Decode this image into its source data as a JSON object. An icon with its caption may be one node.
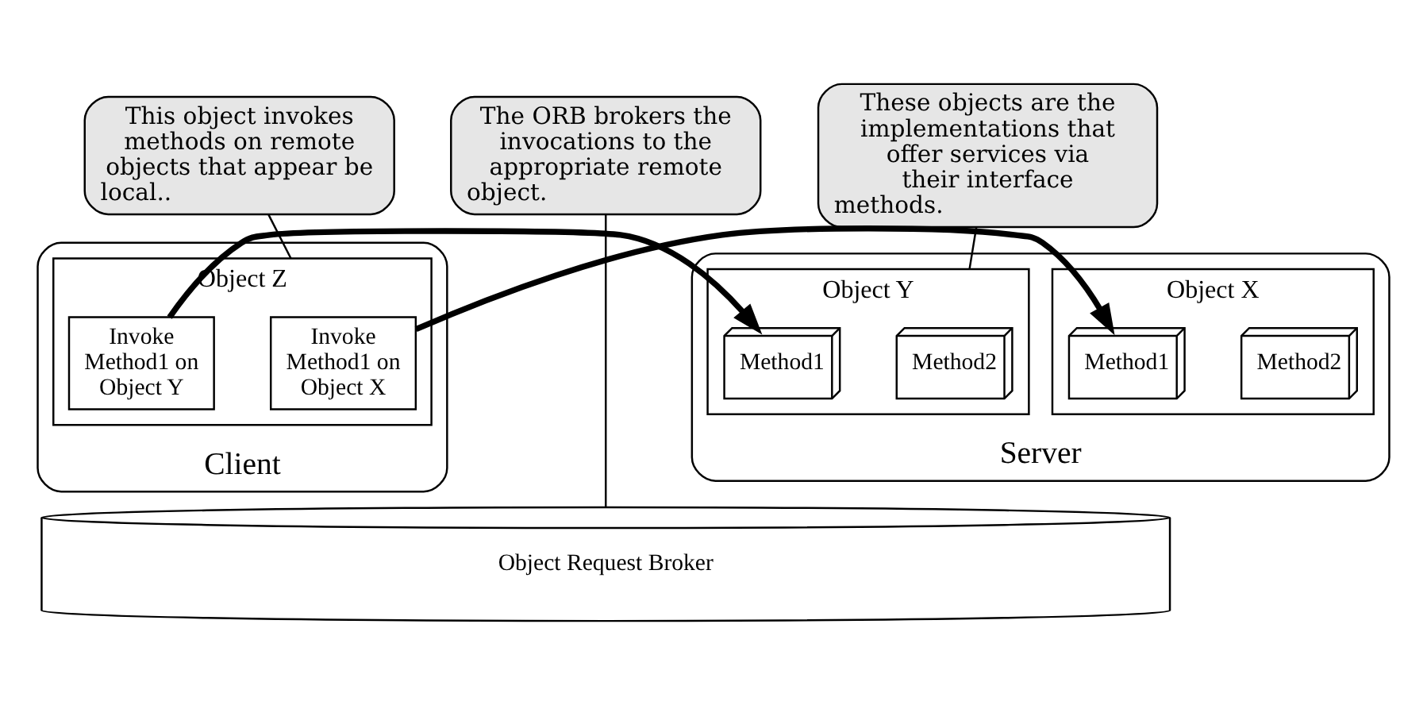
{
  "diagram": {
    "nodes": [
      {
        "text": [
          "This object invokes methods on remote objects that appear be local.."
        ]
      },
      {
        "text": [
          "The ORB brokers the invocations to the appropriate remote object."
        ]
      },
      {
        "text": [
          "These objects are the implementations that offer services via their interface methods."
        ]
      },
      {
        "text": [
          "Client"
        ]
      },
      {
        "text": [
          "Object Z"
        ],
        "in": 3
      },
      {
        "text": [
          "Invoke Method1 on Object X"
        ],
        "in": 4
      },
      {
        "text": [
          "Invoke Method1 on Object Y"
        ],
        "in": 4
      },
      {
        "text": [
          "Server"
        ]
      },
      {
        "text": [
          "Object X"
        ],
        "in": 7
      },
      {
        "text": [
          "Method2"
        ],
        "in": 8
      },
      {
        "text": [
          "Method1"
        ],
        "in": 8
      },
      {
        "text": [
          "Object Y"
        ],
        "in": 7
      },
      {
        "text": [
          "Method2"
        ],
        "in": 11
      },
      {
        "text": [
          "Method1"
        ],
        "in": 11
      },
      {
        "text": [
          "Object Request Broker"
        ]
      }
    ],
    "edges": [
      {
        "from": 0,
        "to": 4,
        "arrow": "none"
      },
      {
        "from": 1,
        "to": 14,
        "arrow": "none"
      },
      {
        "from": 2,
        "to": 11,
        "arrow": "none"
      },
      {
        "from": 5,
        "to": 10,
        "arrow": "to",
        "style": "thick"
      },
      {
        "from": 6,
        "to": 13,
        "arrow": "to",
        "style": "thick"
      }
    ]
  }
}
